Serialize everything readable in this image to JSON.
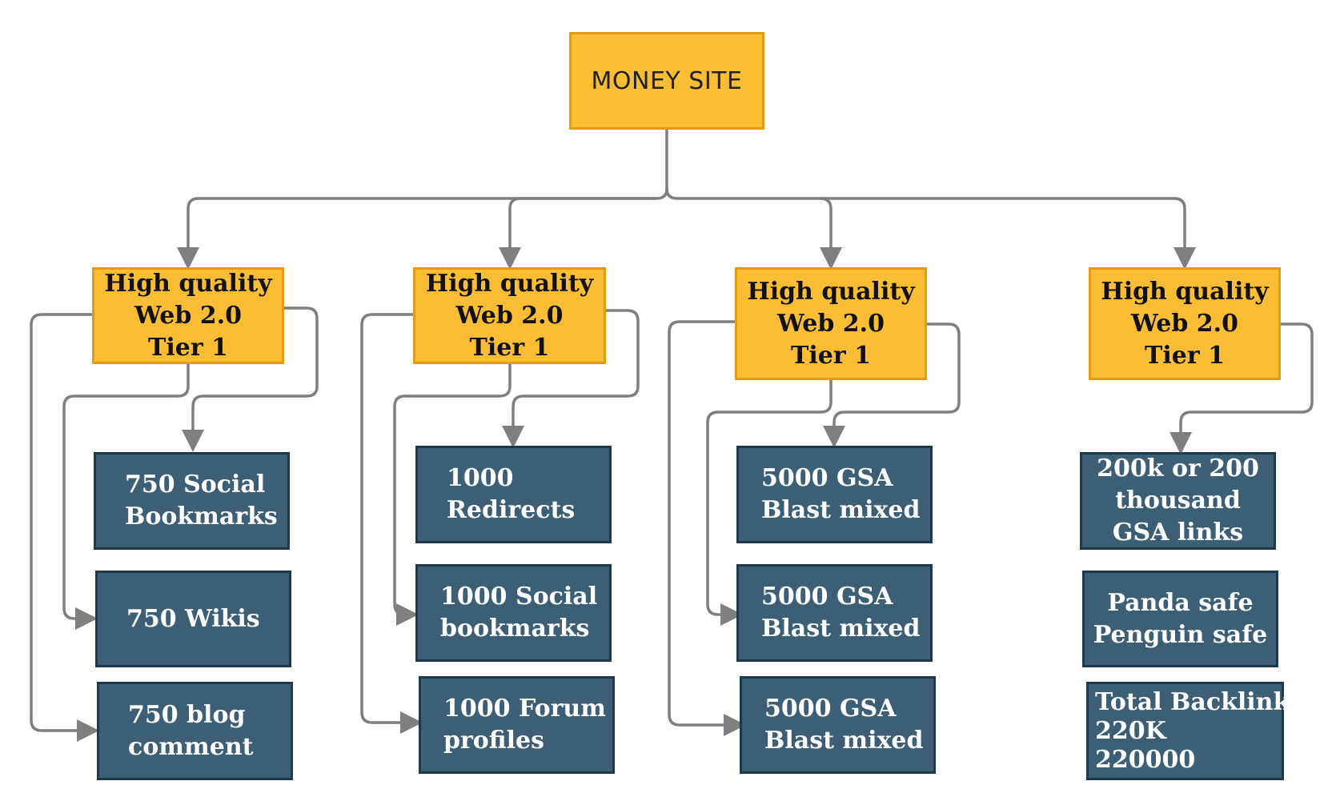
{
  "root": {
    "label": "MONEY SITE"
  },
  "tiers": [
    {
      "line1": "High quality",
      "line2": "Web 2.0",
      "line3": "Tier 1"
    },
    {
      "line1": "High quality",
      "line2": "Web 2.0",
      "line3": "Tier 1"
    },
    {
      "line1": "High quality",
      "line2": "Web 2.0",
      "line3": "Tier 1"
    },
    {
      "line1": "High quality",
      "line2": "Web 2.0",
      "line3": "Tier 1"
    }
  ],
  "leaves": {
    "col1": [
      {
        "line1": "750 Social",
        "line2": "Bookmarks"
      },
      {
        "line1": "750 Wikis"
      },
      {
        "line1": "750 blog",
        "line2": "comment"
      }
    ],
    "col2": [
      {
        "line1": "1000",
        "line2": "Redirects"
      },
      {
        "line1": "1000 Social",
        "line2": "bookmarks"
      },
      {
        "line1": "1000 Forum",
        "line2": "profiles"
      }
    ],
    "col3": [
      {
        "line1": "5000 GSA",
        "line2": "Blast mixed"
      },
      {
        "line1": "5000 GSA",
        "line2": "Blast mixed"
      },
      {
        "line1": "5000 GSA",
        "line2": "Blast mixed"
      }
    ],
    "col4": [
      {
        "line1": "200k or 200",
        "line2": "thousand",
        "line3": "GSA links"
      },
      {
        "line1": "Panda safe",
        "line2": "Penguin safe"
      },
      {
        "line1": "Total Backlinks",
        "line2": "220K",
        "line3": "220000"
      }
    ]
  },
  "colors": {
    "tier_fill": "#fbbd33",
    "tier_border": "#e29a17",
    "leaf_fill": "#3c5f76",
    "leaf_border": "#1d3a4d",
    "connector": "#7f7f7f"
  }
}
